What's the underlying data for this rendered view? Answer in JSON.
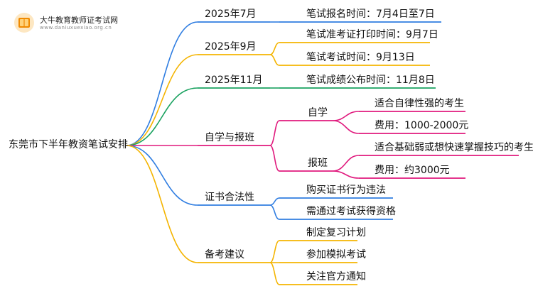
{
  "logo": {
    "title": "大牛教育教师证考试网",
    "url": "www.daniuxuexiao.org.cn"
  },
  "mindmap": {
    "root": "东莞市下半年教资笔试安排",
    "branches": [
      {
        "label": "2025年7月",
        "color": "#2f7de1",
        "children": [
          {
            "label": "笔试报名时间：7月4日至7日"
          }
        ]
      },
      {
        "label": "2025年9月",
        "color": "#f4b400",
        "children": [
          {
            "label": "笔试准考证打印时间：9月7日"
          },
          {
            "label": "笔试考试时间：9月13日"
          }
        ]
      },
      {
        "label": "2025年11月",
        "color": "#1aa260",
        "children": [
          {
            "label": "笔试成绩公布时间：11月8日"
          }
        ]
      },
      {
        "label": "自学与报班",
        "color": "#e0197d",
        "children": [
          {
            "label": "自学",
            "children": [
              {
                "label": "适合自律性强的考生"
              },
              {
                "label": "费用：1000-2000元"
              }
            ]
          },
          {
            "label": "报班",
            "children": [
              {
                "label": "适合基础弱或想快速掌握技巧的考生"
              },
              {
                "label": "费用：约3000元"
              }
            ]
          }
        ]
      },
      {
        "label": "证书合法性",
        "color": "#2f7de1",
        "children": [
          {
            "label": "购买证书行为违法"
          },
          {
            "label": "需通过考试获得资格"
          }
        ]
      },
      {
        "label": "备考建议",
        "color": "#f4b400",
        "children": [
          {
            "label": "制定复习计划"
          },
          {
            "label": "参加模拟考试"
          },
          {
            "label": "关注官方通知"
          }
        ]
      }
    ]
  }
}
